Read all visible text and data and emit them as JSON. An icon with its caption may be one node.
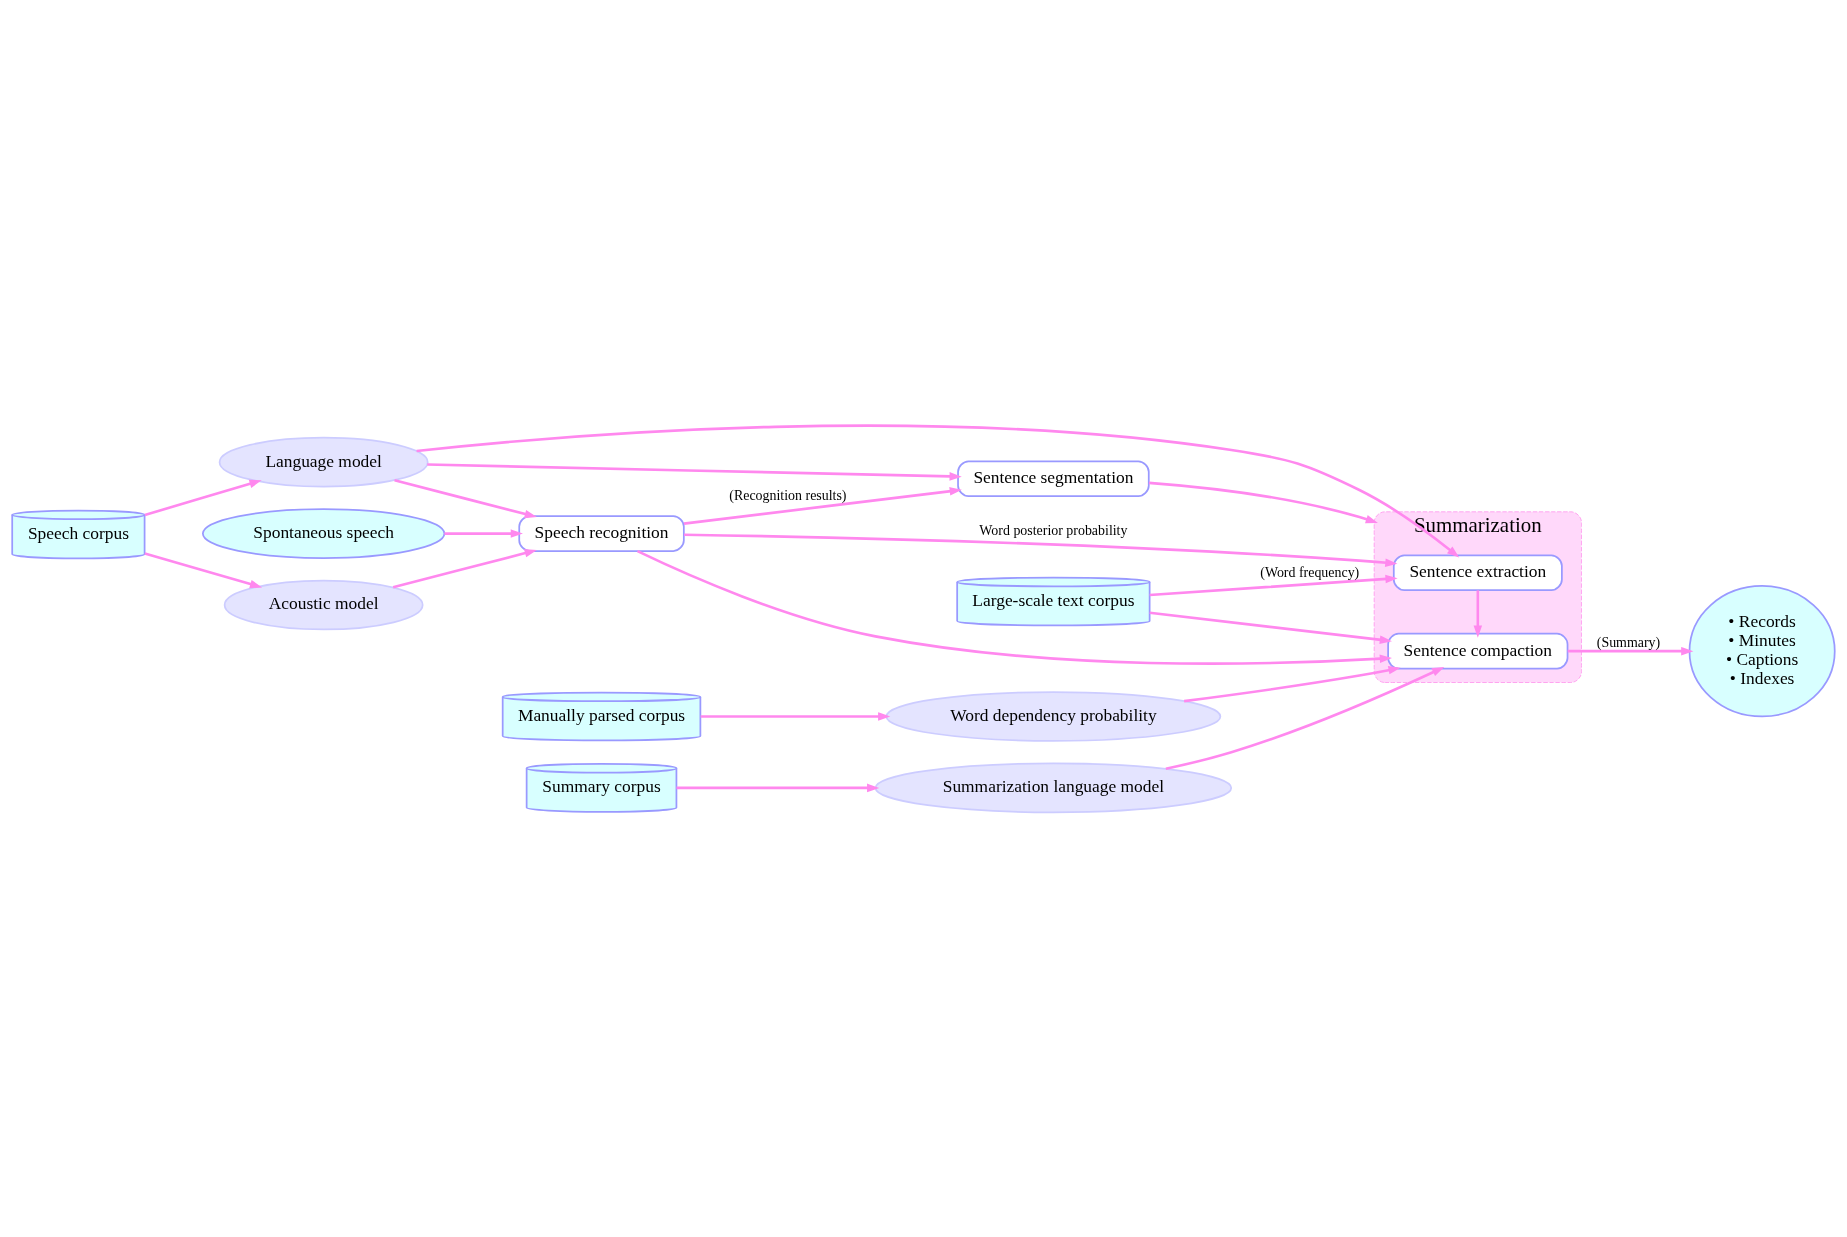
{
  "diagram": {
    "nodes": [
      {
        "text": [
          "Spontaneous speech"
        ]
      },
      {
        "text": [
          "Speech corpus"
        ]
      },
      {
        "text": [
          "Acoustic model"
        ]
      },
      {
        "text": [
          "Language model"
        ]
      },
      {
        "text": [
          "Speech recognition"
        ]
      },
      {
        "text": [
          "Sentence segmentation"
        ]
      },
      {
        "text": [
          "Summarization"
        ]
      },
      {
        "text": [
          "Sentence extraction"
        ],
        "in": 6
      },
      {
        "text": [
          "Sentence compaction"
        ],
        "in": 6
      },
      {
        "text": [
          "Large-scale text corpus"
        ]
      },
      {
        "text": [
          "Summary corpus"
        ]
      },
      {
        "text": [
          "Summarization language model"
        ]
      },
      {
        "text": [
          "Manually parsed corpus"
        ]
      },
      {
        "text": [
          "Word dependency probability"
        ]
      },
      {
        "text": [
          "• Records",
          "• Minutes",
          "• Captions",
          "• Indexes"
        ]
      }
    ],
    "edges": [
      {
        "from": 0,
        "to": 4,
        "arrow": "to"
      },
      {
        "from": 1,
        "to": 2,
        "arrow": "to"
      },
      {
        "from": 1,
        "to": 3,
        "arrow": "to"
      },
      {
        "from": 2,
        "to": 4,
        "arrow": "to"
      },
      {
        "from": 3,
        "to": 4,
        "arrow": "to"
      },
      {
        "from": 3,
        "to": 5,
        "arrow": "to"
      },
      {
        "from": 3,
        "to": 7,
        "arrow": "to"
      },
      {
        "from": 4,
        "to": 5,
        "arrow": "to",
        "label": "(Recognition results)"
      },
      {
        "from": 4,
        "to": 7,
        "arrow": "to",
        "label": "Word posterior probability"
      },
      {
        "from": 4,
        "to": 8,
        "arrow": "to"
      },
      {
        "from": 5,
        "to": 6,
        "arrow": "to"
      },
      {
        "from": 7,
        "to": 8,
        "arrow": "to"
      },
      {
        "from": 9,
        "to": 7,
        "arrow": "to",
        "label": "(Word frequency)"
      },
      {
        "from": 9,
        "to": 8,
        "arrow": "to"
      },
      {
        "from": 10,
        "to": 11,
        "arrow": "to"
      },
      {
        "from": 11,
        "to": 8,
        "arrow": "to"
      },
      {
        "from": 12,
        "to": 13,
        "arrow": "to"
      },
      {
        "from": 13,
        "to": 8,
        "arrow": "to"
      },
      {
        "from": 8,
        "to": 14,
        "arrow": "to",
        "label": "(Summary)"
      }
    ]
  }
}
